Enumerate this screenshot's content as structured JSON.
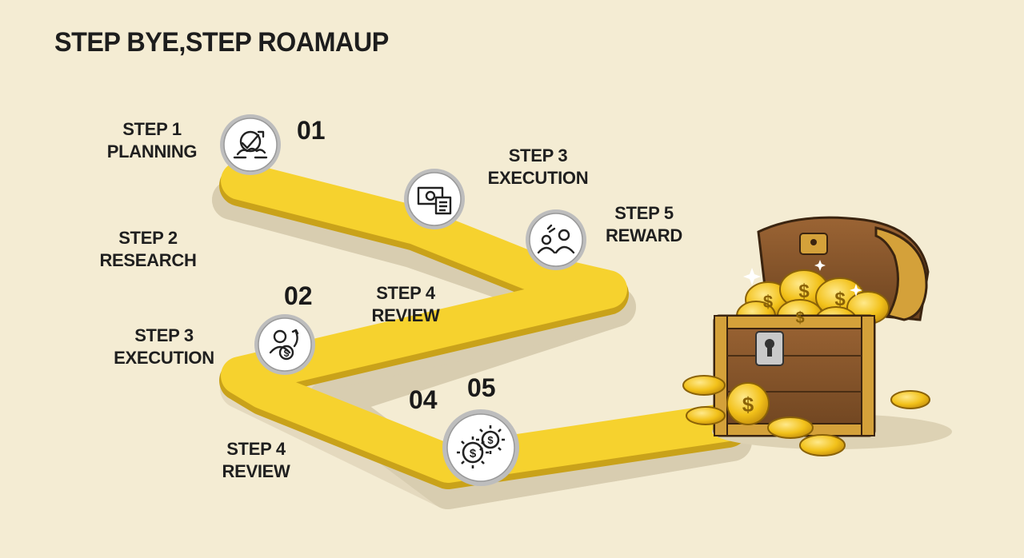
{
  "title": "STEP BYE,STEP ROAMAUP",
  "labels": [
    {
      "line1": "STEP 1",
      "line2": "PLANNING"
    },
    {
      "line1": "STEP 2",
      "line2": "RESEARCH"
    },
    {
      "line1": "STEP 3",
      "line2": "EXECUTION"
    },
    {
      "line1": "STEP 4",
      "line2": "REVIEW"
    },
    {
      "line1": "STEP 3",
      "line2": "EXECUTION"
    },
    {
      "line1": "STEP 4",
      "line2": "REVIEW"
    },
    {
      "line1": "STEP 5",
      "line2": "REWARD"
    }
  ],
  "numbers": [
    "01",
    "02",
    "04",
    "05"
  ],
  "icons": {
    "step1": "handshake-checkmark-icon",
    "step2": "person-money-growth-icon",
    "step3": "document-cash-icon",
    "step4": "people-discussion-icon",
    "step5": "dollar-gears-icon",
    "reward": "treasure-chest-icon"
  },
  "colors": {
    "background": "#f4ecd3",
    "path": "#f5d02e",
    "path_shadow": "#d9cfb2",
    "gold": "#f1c21b",
    "wood": "#8a5a2b"
  }
}
